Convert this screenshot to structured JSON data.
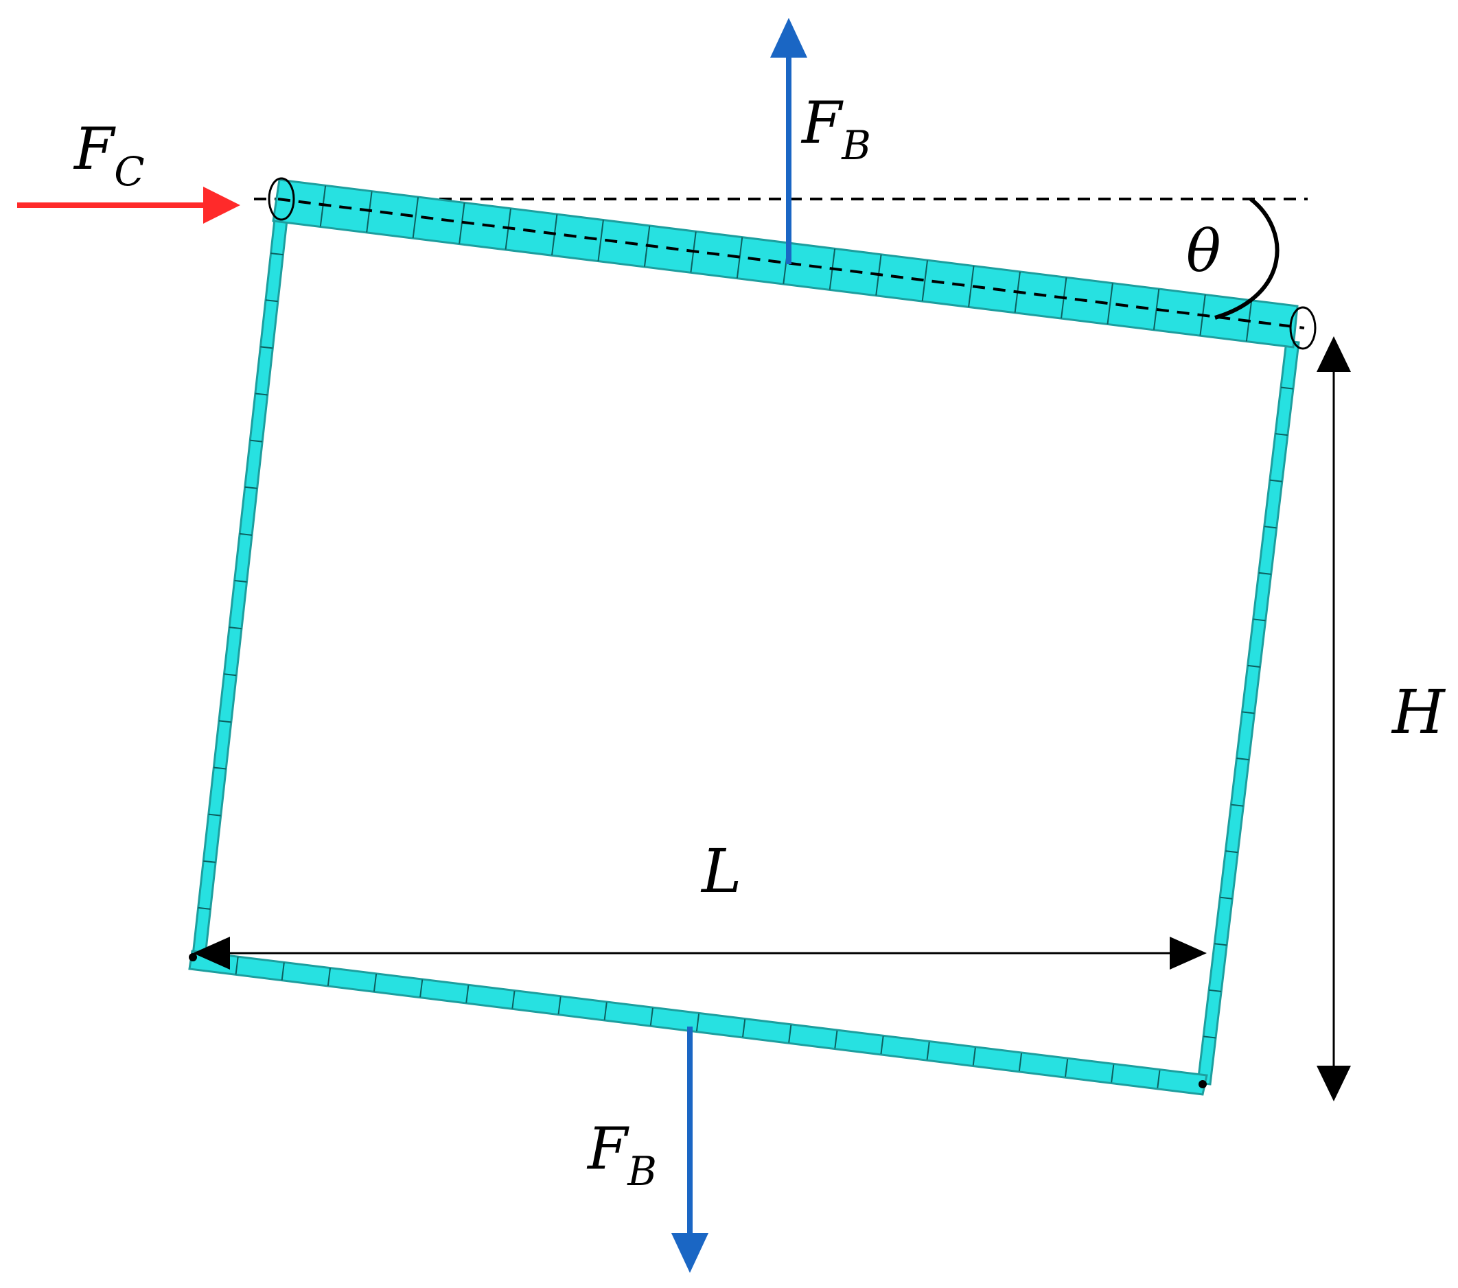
{
  "labels": {
    "force_compression": {
      "base": "F",
      "sub": "C"
    },
    "force_buoyancy_top": {
      "base": "F",
      "sub": "B"
    },
    "force_buoyancy_bottom": {
      "base": "F",
      "sub": "B"
    },
    "angle": "θ",
    "length": "L",
    "height": "H"
  },
  "colors": {
    "frame": "#27e1e1",
    "frame_stroke": "#1d9e9e",
    "compression_arrow": "#ff2a2a",
    "buoyancy_arrow": "#1a66c4",
    "annotation": "#000000"
  }
}
